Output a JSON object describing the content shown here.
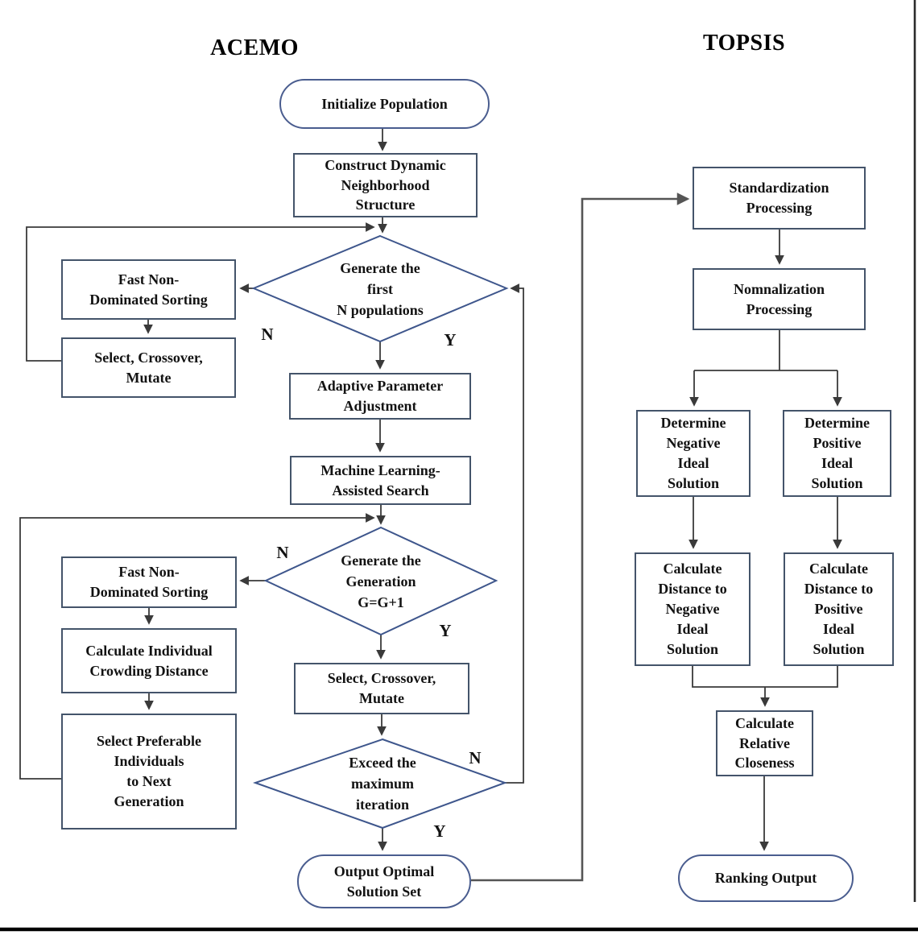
{
  "titles": {
    "acemo": "ACEMO",
    "topsis": "TOPSIS"
  },
  "acemo": {
    "init": "Initialize Population",
    "construct": "Construct Dynamic\nNeighborhood\nStructure",
    "decision1": "Generate the\nfirst\nN populations",
    "fnds1": "Fast Non-\nDominated Sorting",
    "scm1": "Select, Crossover,\nMutate",
    "adaptive": "Adaptive Parameter\nAdjustment",
    "ml": "Machine Learning-\nAssisted Search",
    "decision2": "Generate the\nGeneration\nG=G+1",
    "fnds2": "Fast Non-\nDominated Sorting",
    "cicd": "Calculate Individual\nCrowding Distance",
    "selpref": "Select Preferable\nIndividuals\nto Next\nGeneration",
    "scm2": "Select, Crossover,\nMutate",
    "decision3": "Exceed the\nmaximum\niteration",
    "output": "Output Optimal\nSolution Set",
    "labels": {
      "n1": "N",
      "y1": "Y",
      "n2": "N",
      "y2": "Y",
      "n3": "N",
      "y3": "Y"
    }
  },
  "topsis": {
    "standardization": "Standardization\nProcessing",
    "normalization": "Nomnalization\nProcessing",
    "det_neg": "Determine\nNegative\nIdeal\nSolution",
    "det_pos": "Determine\nPositive\nIdeal\nSolution",
    "dist_neg": "Calculate\nDistance to\nNegative\nIdeal\nSolution",
    "dist_pos": "Calculate\nDistance to\nPositive\nIdeal\nSolution",
    "closeness": "Calculate\nRelative\nCloseness",
    "ranking": "Ranking Output"
  },
  "colors": {
    "box_border": "#44546A",
    "diamond_border": "#3E568C",
    "stadium_border": "#4A5D8F",
    "wire": "#3a3a3a",
    "connector_gray": "#555555",
    "text": "#121212",
    "frame_rule": "#000000"
  }
}
